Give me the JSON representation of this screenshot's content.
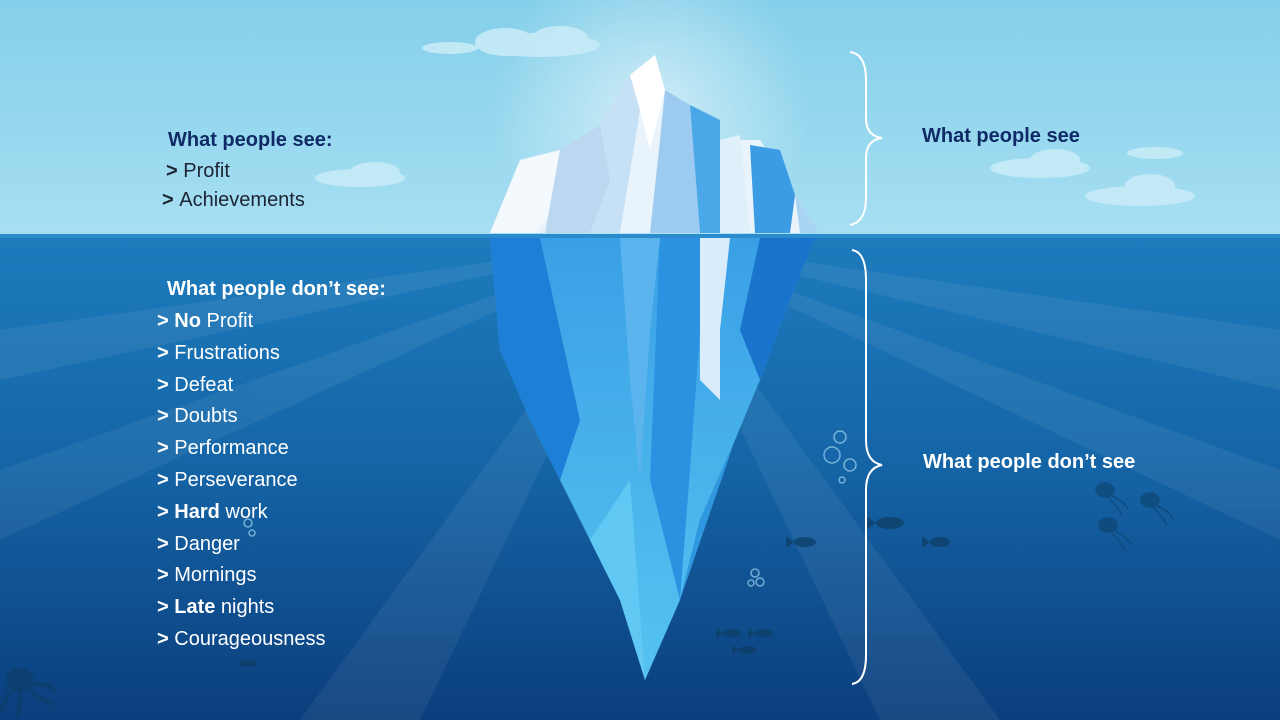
{
  "above": {
    "title": "What people see:",
    "items": [
      {
        "prefix": ">",
        "text": "Profit"
      },
      {
        "prefix": ">",
        "text": "Achievements"
      }
    ]
  },
  "below": {
    "title": "What people don’t  see:",
    "items": [
      {
        "bold": "No",
        "rest": " Profit"
      },
      {
        "bold": "",
        "rest": "Frustrations"
      },
      {
        "bold": "",
        "rest": "Defeat"
      },
      {
        "bold": "",
        "rest": "Doubts"
      },
      {
        "bold": "",
        "rest": "Performance"
      },
      {
        "bold": "",
        "rest": "Perseverance"
      },
      {
        "bold": "Hard",
        "rest": " work"
      },
      {
        "bold": "",
        "rest": "Danger"
      },
      {
        "bold": "",
        "rest": "Mornings"
      },
      {
        "bold": "Late",
        "rest": " nights"
      },
      {
        "bold": "",
        "rest": "Courageousness"
      }
    ]
  },
  "braces": {
    "top_label": "What people see",
    "bottom_label": "What people don’t see"
  },
  "colors": {
    "sky": "#8fd3ec",
    "water_top": "#1b78b8",
    "water_bottom": "#0a3f7a",
    "title_dark": "#0f2a66"
  }
}
